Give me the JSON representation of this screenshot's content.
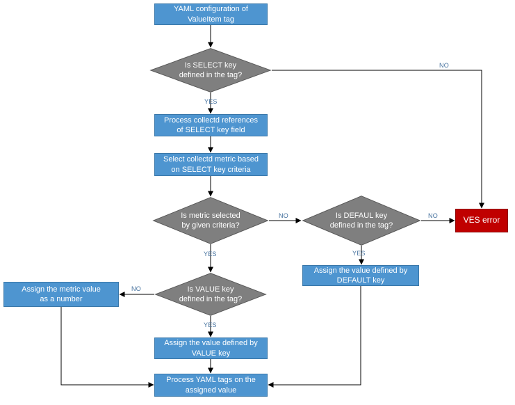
{
  "title": "ValueItem YAML configuration processing flowchart",
  "colors": {
    "process_fill": "#4E95D0",
    "process_border": "#3977A9",
    "decision_fill": "#7F7F7F",
    "decision_border": "#595959",
    "error_fill": "#C00000",
    "error_border": "#8B0000",
    "node_text": "#FFFFFF",
    "edge_label": "#44709D",
    "edge_line": "#000000",
    "background": "#FFFFFF"
  },
  "nodes": {
    "start": "YAML configuration of\nValueItem tag",
    "select_decision": "Is SELECT key\ndefined in the tag?",
    "process_references": "Process collectd references\nof SELECT key field",
    "select_metric": "Select collectd metric based\non SELECT key criteria",
    "metric_decision": "Is metric selected\nby given criteria?",
    "default_decision": "Is DEFAUL key\ndefined in the tag?",
    "ves_error": "VES error",
    "assign_default": "Assign the value defined by\nDEFAULT key",
    "value_decision": "Is VALUE key\ndefined in the tag?",
    "assign_metric_number": "Assign the metric value\nas a number",
    "assign_value": "Assign the value defined by\nVALUE key",
    "process_yaml_tags": "Process YAML tags on the\nassigned value"
  },
  "edge_labels": {
    "select_yes": "YES",
    "select_no": "NO",
    "metric_yes": "YES",
    "metric_no": "NO",
    "default_yes": "YES",
    "default_no": "NO",
    "value_yes": "YES",
    "value_no": "NO"
  }
}
